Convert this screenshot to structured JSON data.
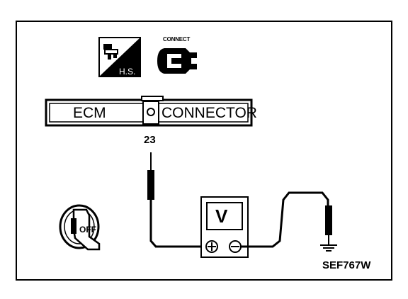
{
  "icons": {
    "hs_icon": "hs-icon",
    "hs_text": "H.S.",
    "connect_icon": "connector-icon",
    "connect_text": "CONNECT",
    "ignition_icon": "ignition-key-icon",
    "ignition_text": "OFF"
  },
  "connector": {
    "left_label": "ECM",
    "right_label": "CONNECTOR",
    "pin": "23"
  },
  "meter": {
    "label": "V",
    "plus": "⊕",
    "minus": "⊖"
  },
  "figure_id": "SEF767W"
}
